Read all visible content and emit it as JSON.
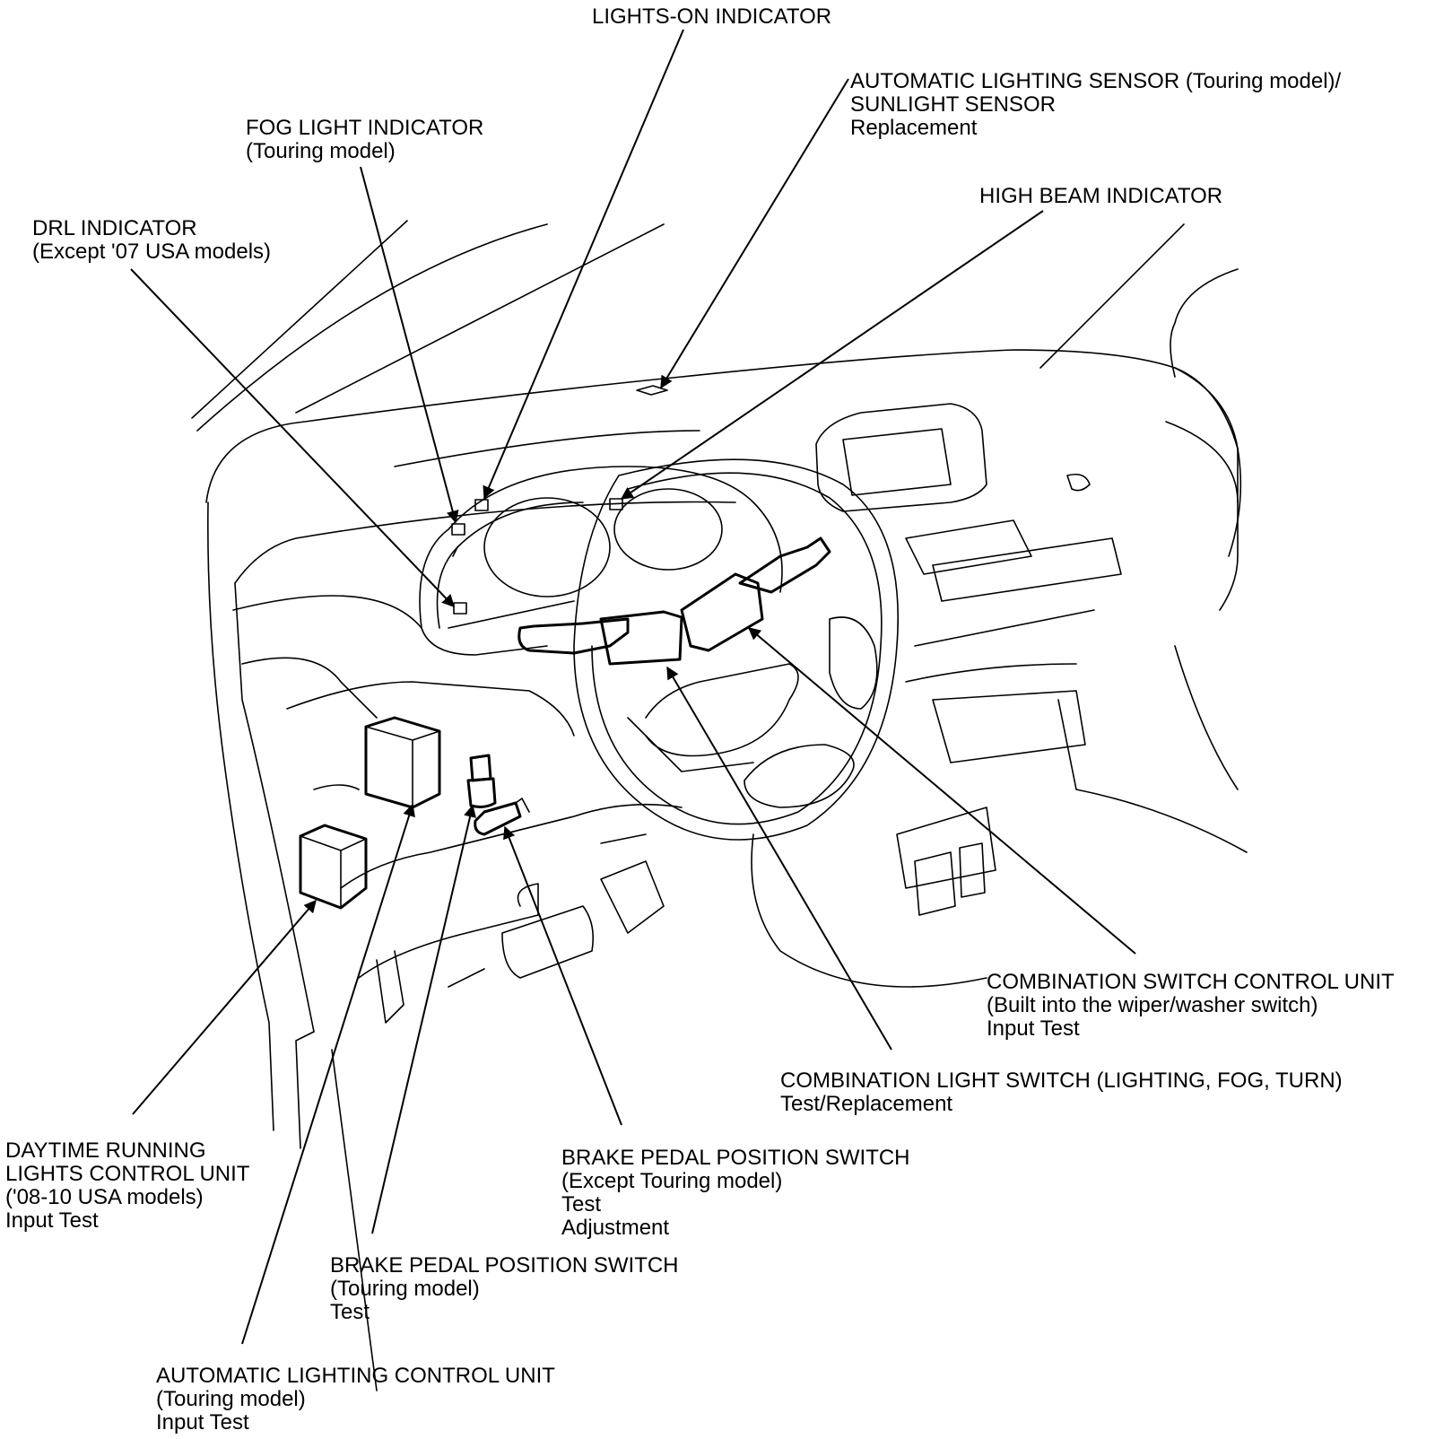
{
  "diagram": {
    "callouts": [
      {
        "id": "lights-on-indicator",
        "lines": [
          "LIGHTS-ON INDICATOR"
        ]
      },
      {
        "id": "automatic-lighting-sensor",
        "lines": [
          "AUTOMATIC LIGHTING SENSOR (Touring model)/",
          "SUNLIGHT SENSOR",
          "Replacement"
        ]
      },
      {
        "id": "fog-light-indicator",
        "lines": [
          "FOG LIGHT INDICATOR",
          "(Touring model)"
        ]
      },
      {
        "id": "high-beam-indicator",
        "lines": [
          "HIGH BEAM INDICATOR"
        ]
      },
      {
        "id": "drl-indicator",
        "lines": [
          "DRL INDICATOR",
          "(Except '07 USA models)"
        ]
      },
      {
        "id": "combination-switch-control-unit",
        "lines": [
          "COMBINATION SWITCH CONTROL UNIT",
          "(Built into the wiper/washer switch)",
          "Input Test"
        ]
      },
      {
        "id": "combination-light-switch",
        "lines": [
          "COMBINATION LIGHT SWITCH (LIGHTING, FOG, TURN)",
          "Test/Replacement"
        ]
      },
      {
        "id": "daytime-running-lights-control-unit",
        "lines": [
          "DAYTIME RUNNING",
          "LIGHTS CONTROL UNIT",
          "('08-10 USA models)",
          "Input Test"
        ]
      },
      {
        "id": "brake-pedal-position-switch-except-touring",
        "lines": [
          "BRAKE PEDAL POSITION SWITCH",
          "(Except Touring model)",
          "Test",
          "Adjustment"
        ]
      },
      {
        "id": "brake-pedal-position-switch-touring",
        "lines": [
          "BRAKE PEDAL POSITION SWITCH",
          "(Touring model)",
          "Test"
        ]
      },
      {
        "id": "automatic-lighting-control-unit",
        "lines": [
          "AUTOMATIC LIGHTING CONTROL UNIT",
          "(Touring model)",
          "Input Test"
        ]
      }
    ]
  }
}
